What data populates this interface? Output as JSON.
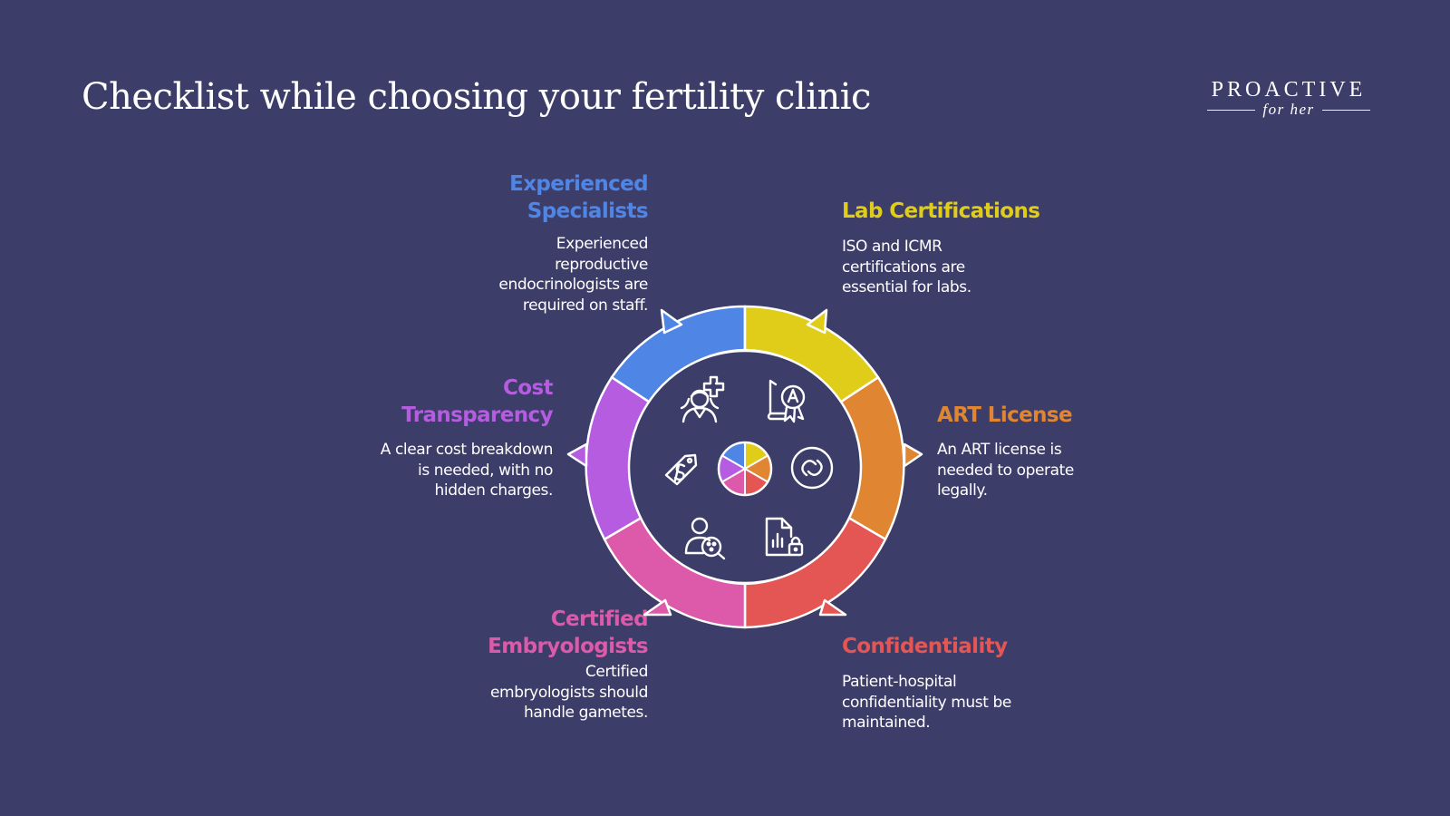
{
  "title": "Checklist while choosing your fertility clinic",
  "logo": {
    "name": "PROACTIVE",
    "tagline": "for her"
  },
  "colors": {
    "background": "#3d3d69",
    "experienced_specialists": "#4f86e6",
    "lab_certifications": "#e0cd1a",
    "art_license": "#e08632",
    "confidentiality": "#e45653",
    "certified_embryologists": "#dd5aaa",
    "cost_transparency": "#b65ce0"
  },
  "items": [
    {
      "key": "experienced_specialists",
      "title": [
        "Experienced",
        "Specialists"
      ],
      "description": [
        "Experienced",
        "reproductive",
        "endocrinologists are",
        "required on staff."
      ],
      "icon": "doctor-plus-icon"
    },
    {
      "key": "lab_certifications",
      "title": [
        "Lab Certifications"
      ],
      "description": [
        "ISO and ICMR",
        "certifications are",
        "essential for labs."
      ],
      "icon": "certificate-badge-icon"
    },
    {
      "key": "art_license",
      "title": [
        "ART License"
      ],
      "description": [
        "An ART license is",
        "needed to operate",
        "legally."
      ],
      "icon": "license-link-icon"
    },
    {
      "key": "confidentiality",
      "title": [
        "Confidentiality"
      ],
      "description": [
        "Patient-hospital",
        "confidentiality must be",
        "maintained."
      ],
      "icon": "document-lock-icon"
    },
    {
      "key": "certified_embryologists",
      "title": [
        "Certified",
        "Embryologists"
      ],
      "description": [
        "Certified",
        "embryologists should",
        "handle gametes."
      ],
      "icon": "person-microscope-icon"
    },
    {
      "key": "cost_transparency",
      "title": [
        "Cost",
        "Transparency"
      ],
      "description": [
        "A clear cost breakdown",
        "is needed, with no",
        "hidden charges."
      ],
      "icon": "price-tag-icon"
    }
  ]
}
